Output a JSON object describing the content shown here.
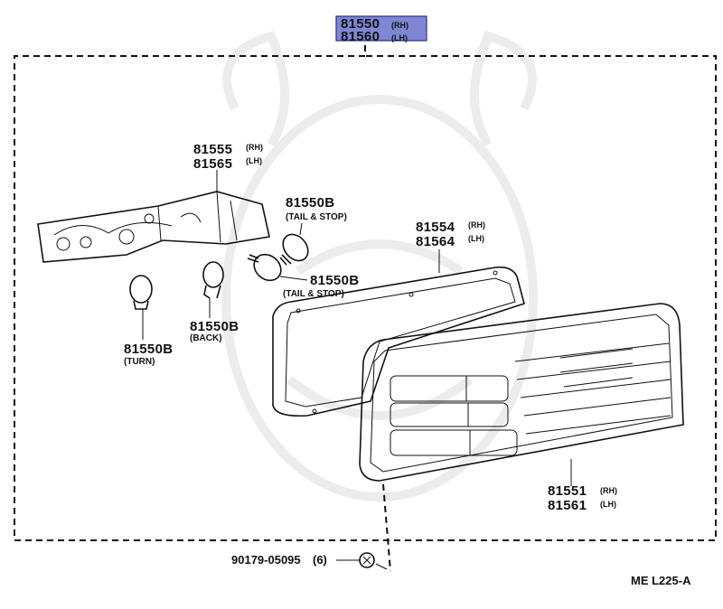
{
  "assembly": {
    "rh_number": "81550",
    "rh_side": "(RH)",
    "lh_number": "81560",
    "lh_side": "(LH)",
    "highlight_color": "#7f86d4"
  },
  "socket": {
    "rh_number": "81555",
    "rh_side": "(RH)",
    "lh_number": "81565",
    "lh_side": "(LH)"
  },
  "bulb_tail_stop_upper": {
    "number": "81550B",
    "note": "(TAIL & STOP)"
  },
  "bulb_tail_stop_lower": {
    "number": "81550B",
    "note": "(TAIL & STOP)"
  },
  "bulb_back": {
    "number": "81550B",
    "note": "(BACK)"
  },
  "bulb_turn": {
    "number": "81550B",
    "note": "(TURN)"
  },
  "gasket": {
    "rh_number": "81554",
    "rh_side": "(RH)",
    "lh_number": "81564",
    "lh_side": "(LH)"
  },
  "lens": {
    "rh_number": "81551",
    "rh_side": "(RH)",
    "lh_number": "81561",
    "lh_side": "(LH)"
  },
  "screw": {
    "number": "90179-05095",
    "qty": "(6)"
  },
  "diagram_code": "ME L225-A"
}
